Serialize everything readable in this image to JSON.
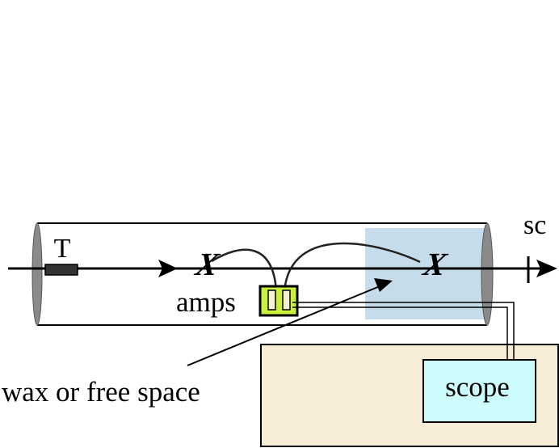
{
  "labels": {
    "t": "T",
    "sc": "sc",
    "amps": "amps",
    "wax": "wax or free space",
    "scope": "scope",
    "x_left": "X",
    "x_right": "X"
  },
  "colors": {
    "background": "#ffffff",
    "cylinder_stroke": "#000000",
    "shaded_region": "#c7dcea",
    "base_box": "#f7ecd6",
    "scope_box": "#ccfcfc",
    "amp_box": "#c8f03c",
    "endcap": "#8a8a8a",
    "wire": "#222222"
  }
}
